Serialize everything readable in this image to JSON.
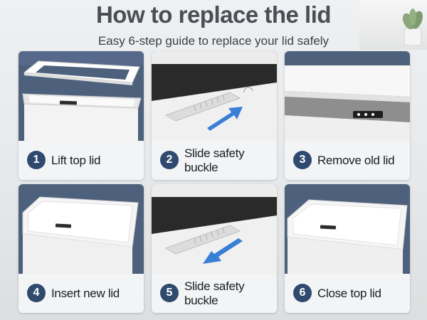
{
  "header": {
    "title": "How to replace the lid",
    "subtitle": "Easy 6-step guide to replace your lid safely"
  },
  "steps": [
    {
      "number": "1",
      "label": "Lift top lid",
      "illustration": "lifted-lid-photo"
    },
    {
      "number": "2",
      "label": "Slide safety buckle",
      "illustration": "buckle-slide-right-photo"
    },
    {
      "number": "3",
      "label": "Remove old lid",
      "illustration": "removed-lid-photo"
    },
    {
      "number": "4",
      "label": "Insert new lid",
      "illustration": "inserted-lid-photo"
    },
    {
      "number": "5",
      "label": "Slide safety buckle",
      "illustration": "buckle-slide-left-photo"
    },
    {
      "number": "6",
      "label": "Close top lid",
      "illustration": "closed-lid-photo"
    }
  ],
  "colors": {
    "badge": "#2f4a6e",
    "photo_background": "#4d607c",
    "arrow": "#3a7fd6",
    "title": "#4a4e55"
  }
}
